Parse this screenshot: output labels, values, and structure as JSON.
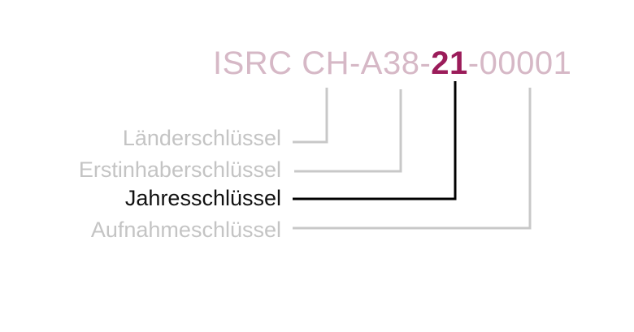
{
  "isrc": {
    "segments": [
      {
        "text": "ISRC ",
        "highlight": false
      },
      {
        "text": "CH",
        "highlight": false
      },
      {
        "text": "-",
        "highlight": false
      },
      {
        "text": "A38",
        "highlight": false
      },
      {
        "text": "-",
        "highlight": false
      },
      {
        "text": "21",
        "highlight": true
      },
      {
        "text": "-",
        "highlight": false
      },
      {
        "text": "00001",
        "highlight": false
      }
    ]
  },
  "keys": [
    {
      "label": "Länderschlüssel",
      "active": false
    },
    {
      "label": "Erstinhaberschlüssel",
      "active": false
    },
    {
      "label": "Jahresschlüssel",
      "active": true
    },
    {
      "label": "Aufnahmeschlüssel",
      "active": false
    }
  ],
  "colors": {
    "muted_code": "#d6b8c6",
    "highlight_code": "#9b1c5a",
    "muted_label": "#c4c4c4",
    "active_label": "#111111",
    "muted_line": "#c8c8c8",
    "active_line": "#000000"
  }
}
